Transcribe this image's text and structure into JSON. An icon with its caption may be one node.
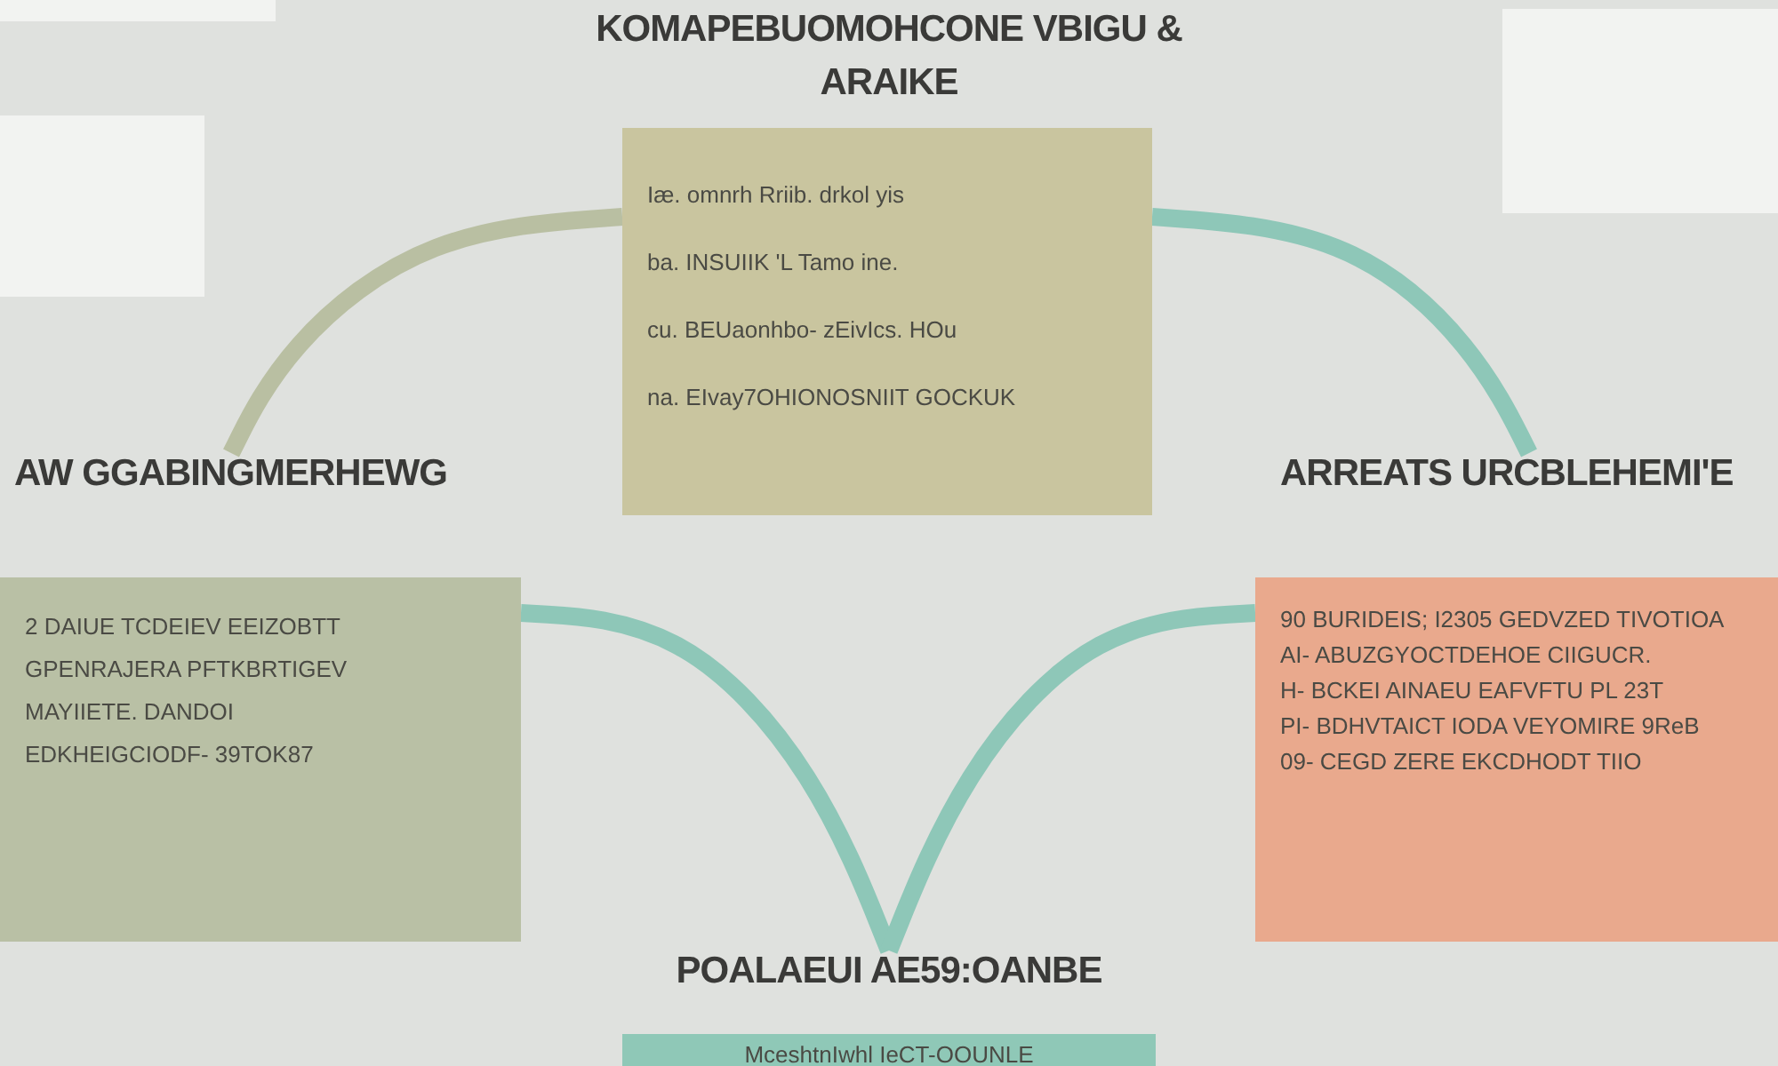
{
  "diagram": {
    "title": "KOMAPEBUOMOHCONE VBIGU & ARAIKE",
    "nodes": [
      {
        "text": [
          "Iæ. omnrh Rriib. drkol yis",
          "ba. INSUIIK 'L Tamo ine.",
          "cu. BEUaonhbo- zEivIcs. HOu",
          "na. EIvay7OHIONOSNIIT GOCKUK"
        ]
      },
      {
        "text": [
          "AW GGABINGMERHEWG",
          "2 DAIUE TCDEIEV EEIZOBTT",
          "GPENRAJERA PFTKBRTIGEV",
          "MAYIIETE. DANDOI",
          "EDKHEIGCIODF- 39TOK87"
        ]
      },
      {
        "text": [
          "ARREATS URCBLEHEMI'E",
          "90 BURIDEIS; I2305 GEDVZED TIVOTIOA",
          "AI- ABUZGYOCTDEHOE CIIGUCR.",
          "H- BCKEI AINAEU EAFVFTU PL 23T",
          "PI- BDHVTAICT IODA VEYOMIRE 9ReB",
          "09- CEGD ZERE EKCDHODT TIIO"
        ]
      },
      {
        "text": [
          "POALAEUI AE59:OANBE",
          "MceshtnIwhl IeCT-OOUNLE"
        ]
      }
    ],
    "edges": [
      {
        "from": 0,
        "to": 1,
        "arrow": "none",
        "color": "#b9bfa2"
      },
      {
        "from": 0,
        "to": 2,
        "arrow": "none"
      },
      {
        "from": 1,
        "to": 3,
        "arrow": "none"
      },
      {
        "from": 2,
        "to": 3,
        "arrow": "none"
      }
    ]
  }
}
